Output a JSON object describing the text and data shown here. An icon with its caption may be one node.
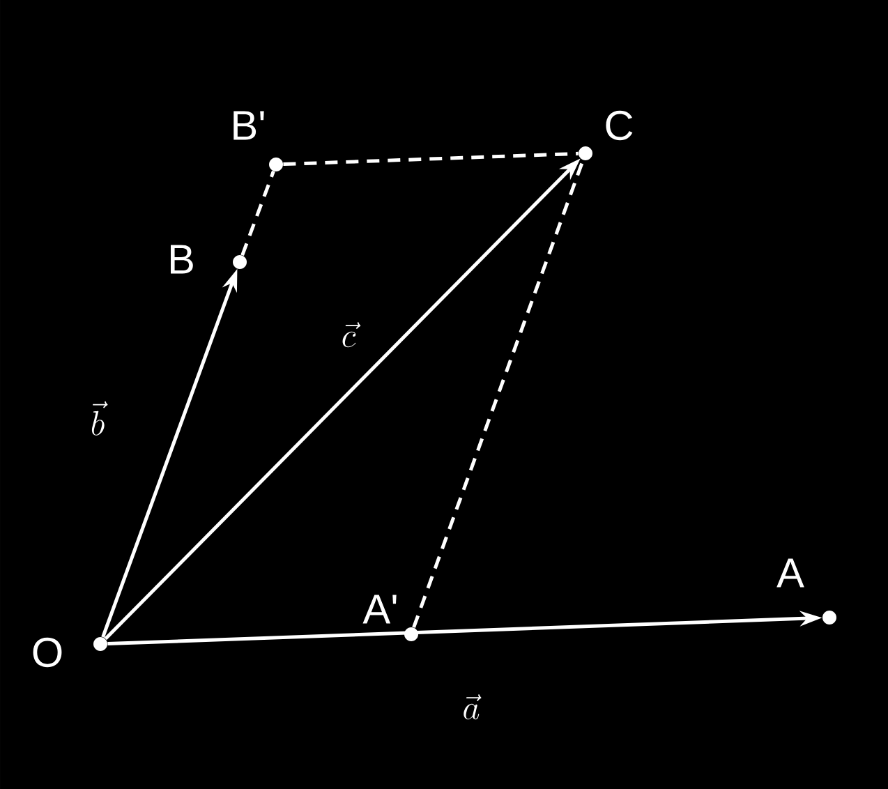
{
  "diagram": {
    "nodes": [
      {
        "text": [
          "O"
        ]
      },
      {
        "text": [
          "A'"
        ]
      },
      {
        "text": [
          "A"
        ]
      },
      {
        "text": [
          "B"
        ]
      },
      {
        "text": [
          "B'"
        ]
      },
      {
        "text": [
          "C"
        ]
      }
    ],
    "edges": [
      {
        "from": 0,
        "to": 2,
        "arrow": "to",
        "label": "\\vec{a}"
      },
      {
        "from": 0,
        "to": 3,
        "arrow": "to",
        "label": "\\vec{b}"
      },
      {
        "from": 0,
        "to": 5,
        "arrow": "to",
        "label": "\\vec{c}"
      },
      {
        "from": 3,
        "to": 4,
        "arrow": "none",
        "style": "dashed"
      },
      {
        "from": 4,
        "to": 5,
        "arrow": "none",
        "style": "dashed"
      },
      {
        "from": 1,
        "to": 5,
        "arrow": "none",
        "style": "dashed"
      }
    ]
  }
}
